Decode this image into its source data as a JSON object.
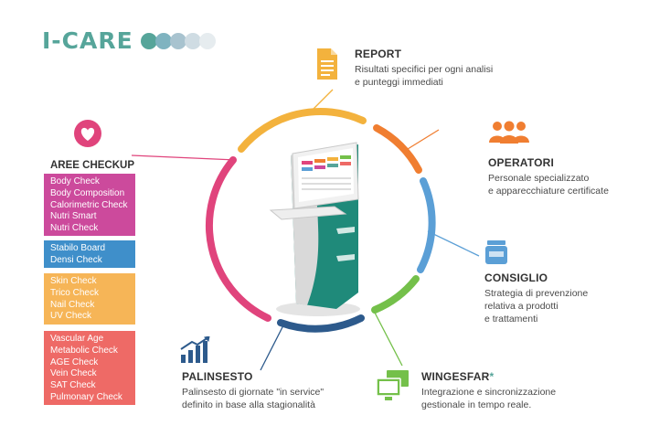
{
  "brand": {
    "title": "I-CARE",
    "dot_colors": [
      "#56a59a",
      "#7fb3c0",
      "#a8c3cf",
      "#cfdce3",
      "#e6ecef"
    ]
  },
  "ring_colors": {
    "top": "#f3b23d",
    "top_right": "#f07e31",
    "right": "#5b9fd6",
    "bottom_right": "#74c04a",
    "bottom": "#2d5a8c",
    "left": "#e0447c"
  },
  "features": {
    "report": {
      "title": "REPORT",
      "desc": "Risultati specifici per ogni analisi\ne punteggi immediati"
    },
    "operatori": {
      "title": "OPERATORI",
      "desc": "Personale specializzato\ne apparecchiature certificate"
    },
    "consiglio": {
      "title": "CONSIGLIO",
      "desc": "Strategia di prevenzione\nrelativa a prodotti\ne trattamenti"
    },
    "wingesfar": {
      "title": "WINGESFAR",
      "title_mark": "*",
      "desc": "Integrazione e sincronizzazione\ngestionale in tempo reale."
    },
    "palinsesto": {
      "title": "PALINSESTO",
      "desc": "Palinsesto di giornate \"in service\"\ndefinito in base alla stagionalità"
    }
  },
  "aree": {
    "title": "AREE CHECKUP",
    "groups": [
      {
        "color": "#cc4a9c",
        "items": [
          "Body Check",
          "Body Composition",
          "Calorimetric Check",
          "Nutri Smart",
          "Nutri Check"
        ]
      },
      {
        "color": "#3f8fca",
        "items": [
          "Stabilo Board",
          "Densi Check"
        ]
      },
      {
        "color": "#f6b557",
        "items": [
          "Skin Check",
          "Trico Check",
          "Nail Check",
          "UV Check"
        ]
      },
      {
        "color": "#ee6a66",
        "items": [
          "Vascular Age",
          "Metabolic Check",
          "AGE Check",
          "Vein Check",
          "SAT Check",
          "Pulmonary Check"
        ]
      }
    ]
  },
  "icon_colors": {
    "heart": "#e0447c",
    "report": "#f3b23d",
    "operatori": "#f07e31",
    "consiglio": "#5b9fd6",
    "wingesfar": "#74c04a",
    "palinsesto": "#2d5a8c"
  }
}
